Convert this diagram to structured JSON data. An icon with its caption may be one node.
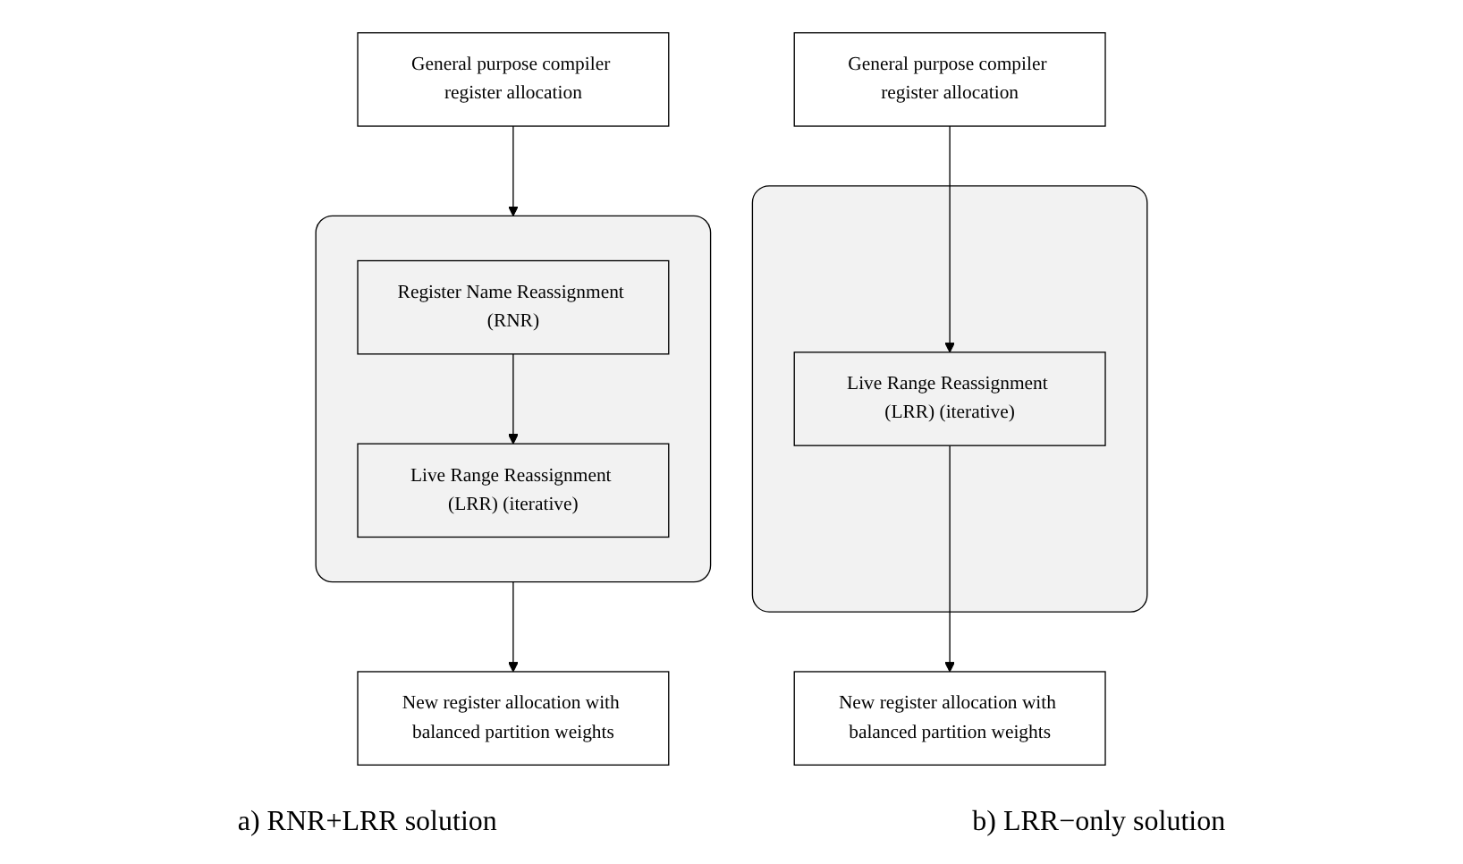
{
  "diagram": {
    "nodes": [
      {
        "text": [
          "General purpose compiler register allocation"
        ]
      },
      {
        "text": [],
        "shape": "box"
      },
      {
        "text": [
          "Register Name Reassignment (RNR)"
        ],
        "in": 1
      },
      {
        "text": [
          "Live Range Reassignment (LRR) (iterative)"
        ],
        "in": 1
      },
      {
        "text": [
          "New register allocation with balanced partition weights"
        ]
      },
      {
        "text": [
          "General purpose compiler register allocation"
        ]
      },
      {
        "text": [],
        "shape": "box"
      },
      {
        "text": [
          "Live Range Reassignment (LRR) (iterative)"
        ],
        "in": 6
      },
      {
        "text": [
          "New register allocation with balanced partition weights"
        ]
      }
    ],
    "edges": [
      {
        "from": 0,
        "to": 1,
        "arrow": "to"
      },
      {
        "from": 2,
        "to": 3,
        "arrow": "to"
      },
      {
        "from": 1,
        "to": 4,
        "arrow": "to"
      },
      {
        "from": 5,
        "to": 7,
        "arrow": "to"
      },
      {
        "from": 7,
        "to": 8,
        "arrow": "to"
      }
    ],
    "labels": [
      "a) RNR+LRR solution",
      "b) LRR−only solution"
    ]
  }
}
